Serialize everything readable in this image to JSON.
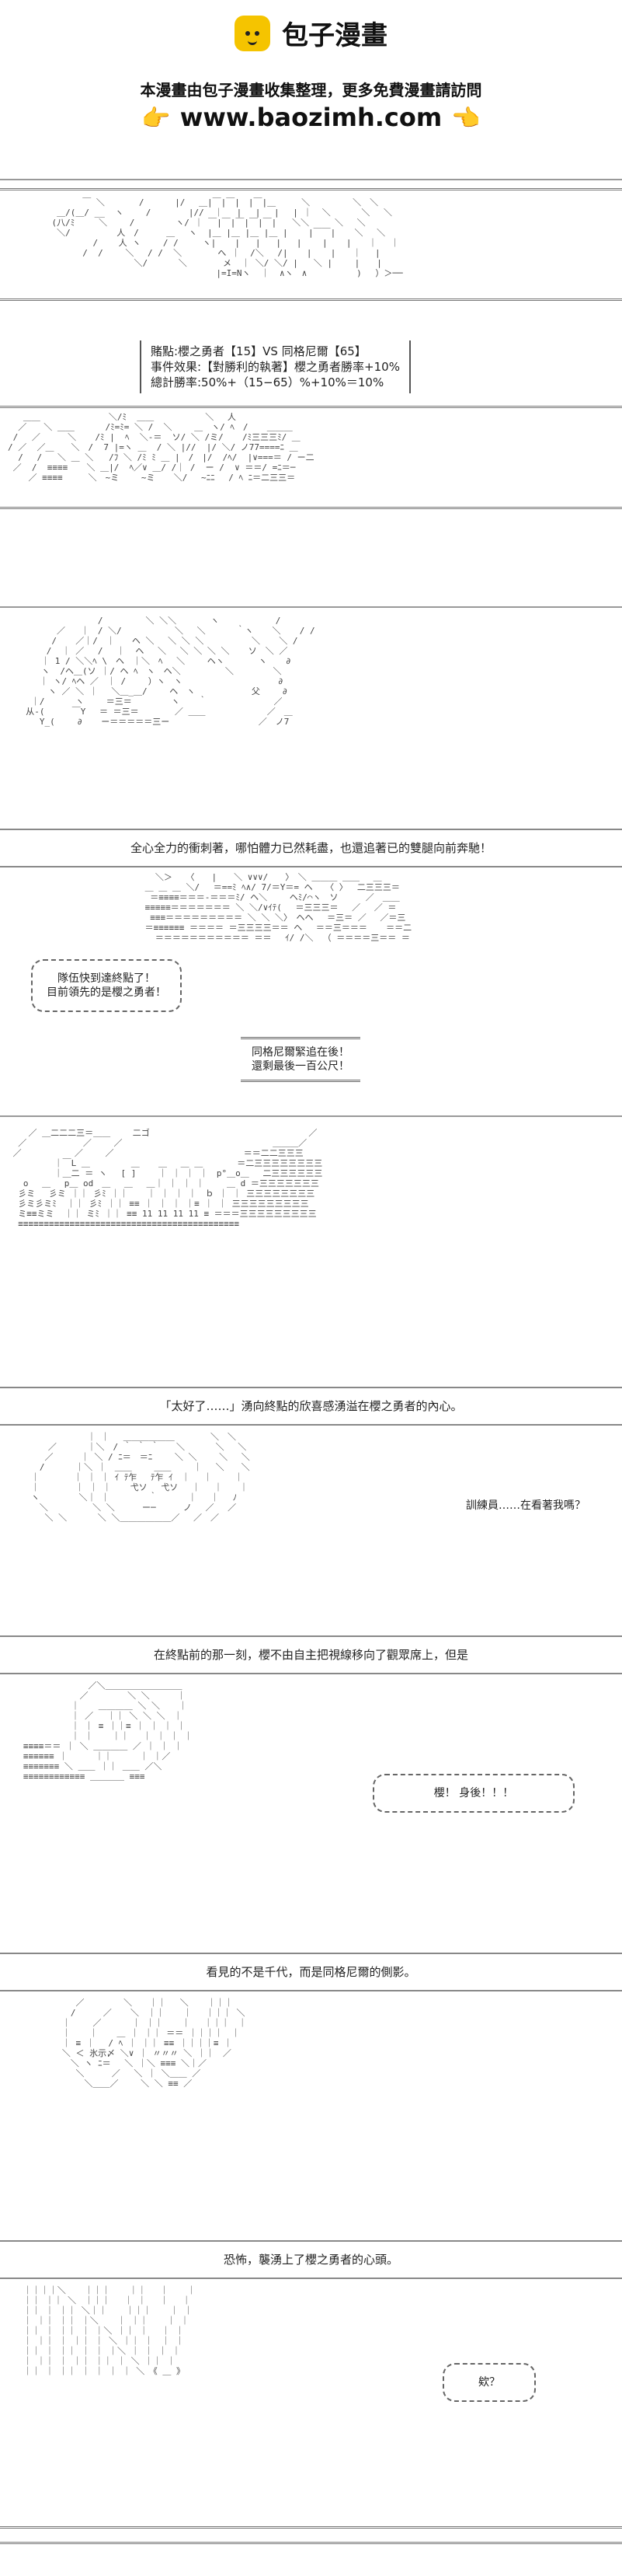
{
  "header": {
    "logo_text": "包子漫畫",
    "notice": "本漫畫由包子漫畫收集整理，更多免費漫畫請訪問",
    "url": "www.baozimh.com",
    "hand_icon": "pointing-hand-icon"
  },
  "title_panel": {
    "stats_line1": "賭點:櫻之勇者【15】VS 同格尼爾【65】",
    "stats_line2": "事件效果:【對勝利的執著】櫻之勇者勝率+10%",
    "stats_line3": "總計勝率:50%+（15−65）%+10%＝10%"
  },
  "panel3": {
    "left_box": "隊伍快到達終點了！\n目前領先的是櫻之勇者！",
    "center_box": "同格尼爾緊追在後！\n還剩最後一百公尺！"
  },
  "captions": {
    "c1": "全心全力的衝刺著，哪怕體力已然耗盡，也還追著已的雙腿向前奔馳！",
    "c2": "「太好了……」湧向終點的欣喜感湧溢在櫻之勇者的內心。",
    "c3": "在終點前的那一刻，櫻不由自主把視線移向了觀眾席上，但是",
    "c4": "看見的不是千代，而是同格尼爾的側影。",
    "c5": "恐怖，襲湧上了櫻之勇者的心頭。"
  },
  "panel5": {
    "speech": "訓練員……在看著我嗎？"
  },
  "panel6": {
    "shout": "櫻！ 身後！！！"
  },
  "panel8": {
    "speech": "欸？"
  }
}
